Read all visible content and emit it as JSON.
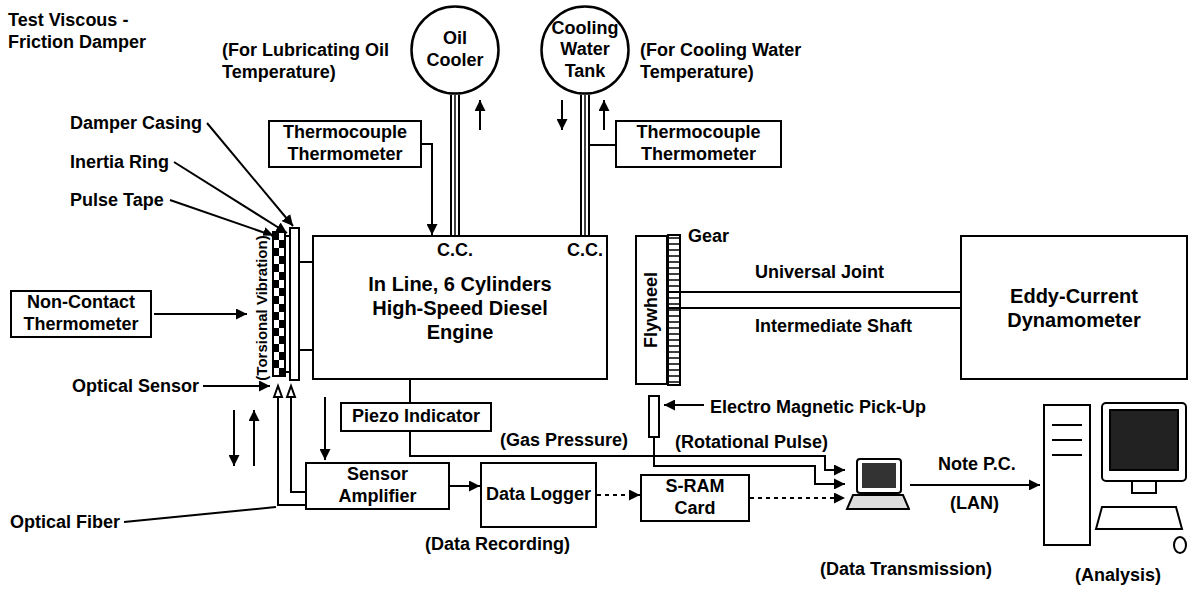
{
  "diagram": {
    "nodes": [
      {
        "text": [
          "Oil Cooler"
        ]
      },
      {
        "text": [
          "Cooling Water Tank"
        ]
      },
      {
        "text": [
          "Thermocouple Thermometer"
        ]
      },
      {
        "text": [
          "Thermocouple Thermometer"
        ]
      },
      {
        "text": [
          "Non-Contact Thermometer"
        ]
      },
      {
        "text": [
          "In Line, 6 Cylinders High-Speed Diesel Engine"
        ]
      },
      {
        "text": [
          "Flywheel"
        ]
      },
      {
        "text": [
          "Eddy-Current Dynamometer"
        ]
      },
      {
        "text": [
          "Piezo Indicator"
        ]
      },
      {
        "text": [
          "Electro Magnetic Pick-Up",
          "(Rotational Pulse)"
        ]
      },
      {
        "text": [
          "Sensor Amplifier"
        ]
      },
      {
        "text": [
          "Data Logger"
        ]
      },
      {
        "text": [
          "S-RAM Card"
        ]
      },
      {
        "text": [
          "(Data Transmission)"
        ]
      },
      {
        "text": [
          "(Analysis)"
        ]
      }
    ],
    "edges": [
      {
        "from": 0,
        "to": 5,
        "arrow": "none"
      },
      {
        "from": 1,
        "to": 5,
        "arrow": "none"
      },
      {
        "from": 2,
        "to": 5,
        "arrow": "to"
      },
      {
        "from": 6,
        "to": 7,
        "arrow": "none"
      },
      {
        "from": 5,
        "to": 8,
        "arrow": "none"
      },
      {
        "from": 8,
        "to": 13,
        "arrow": "to",
        "label": "(Gas Pressure)"
      },
      {
        "from": 9,
        "to": 13,
        "arrow": "to"
      },
      {
        "from": 10,
        "to": 11,
        "arrow": "to"
      },
      {
        "from": 11,
        "to": 12,
        "arrow": "to"
      },
      {
        "from": 12,
        "to": 13,
        "arrow": "to"
      },
      {
        "from": 13,
        "to": 14,
        "arrow": "to",
        "label": "(LAN)"
      }
    ],
    "labels": [
      "Test Viscous -Friction Damper",
      "(For Lubricating Oil Temperature)",
      "(For Cooling Water Temperature)",
      "Damper Casing",
      "Inertia Ring",
      "Pulse Tape",
      "(Torsional Vibration)",
      "Optical Sensor",
      "Optical Fiber",
      "C.C.",
      "C.C.",
      "Gear",
      "Universal Joint",
      "Intermediate Shaft",
      "(Data Recording)",
      "Note P.C."
    ]
  }
}
